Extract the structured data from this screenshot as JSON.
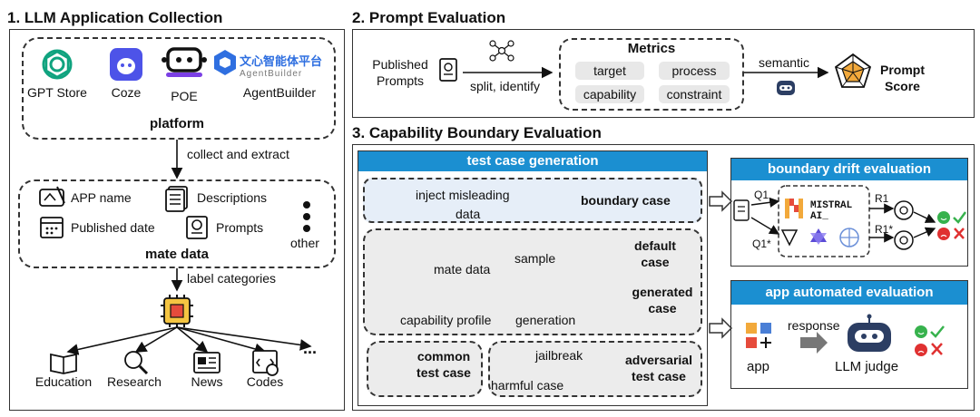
{
  "sections": {
    "s1": "1. LLM Application Collection",
    "s2": "2. Prompt Evaluation",
    "s3": "3. Capability Boundary Evaluation"
  },
  "platform": {
    "items": [
      "GPT Store",
      "Coze",
      "POE",
      "AgentBuilder"
    ],
    "agentbuilder_logo_cn": "文心智能体平台",
    "agentbuilder_logo_en": "AgentBuilder",
    "label": "platform"
  },
  "collect_label": "collect and extract",
  "metadata": {
    "items": [
      "APP name",
      "Descriptions",
      "Published date",
      "Prompts",
      "other"
    ],
    "label": "mate data"
  },
  "label_categories": "label categories",
  "categories": [
    "Education",
    "Research",
    "News",
    "Codes",
    "..."
  ],
  "prompt_eval": {
    "published_prompts": [
      "Published",
      "Prompts"
    ],
    "split_identify": "split, identify",
    "metrics_title": "Metrics",
    "metrics": [
      "target",
      "process",
      "capability",
      "constraint"
    ],
    "semantic": "semantic",
    "prompt_score": [
      "Prompt",
      "Score"
    ]
  },
  "testgen": {
    "title": "test case generation",
    "inject": "inject misleading",
    "data": "data",
    "boundary_case": "boundary case",
    "mate_data": "mate data",
    "sample": "sample",
    "default_case": [
      "default",
      "case"
    ],
    "capability_profile": "capability profile",
    "generation": "generation",
    "generated_case": [
      "generated",
      "case"
    ],
    "common_case": [
      "common",
      "test case"
    ],
    "jailbreak": "jailbreak",
    "harmful_case": "harmful case",
    "adversarial_case": [
      "adversarial",
      "test case"
    ]
  },
  "drift": {
    "title": "boundary drift evaluation",
    "q1": "Q1",
    "q1p": "Q1*",
    "r1": "R1",
    "r1p": "R1*",
    "mistral": [
      "MISTRAL",
      "AI_"
    ]
  },
  "appeval": {
    "title": "app automated evaluation",
    "response": "response",
    "app": "app",
    "judge": "LLM judge"
  }
}
